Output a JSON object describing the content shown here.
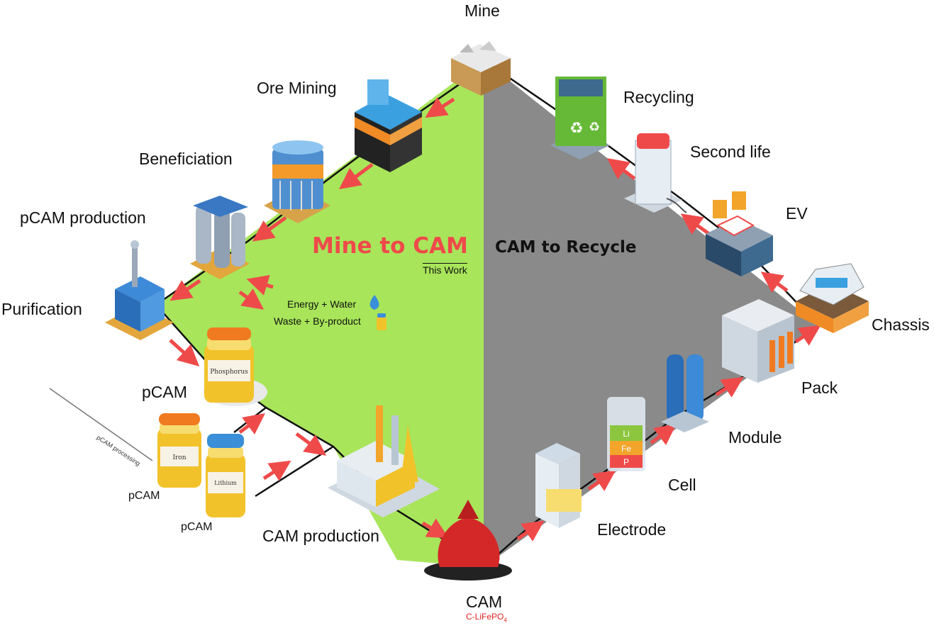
{
  "diagram": {
    "left_title": "Mine to CAM",
    "left_subtitle": "This Work",
    "right_title": "CAM to Recycle",
    "colors": {
      "left_fill": "#a8e55a",
      "right_fill": "#8a8a8a",
      "arrow": "#ef4a4a",
      "left_title": "#ef4a4a"
    },
    "stages_left": {
      "mine": "Mine",
      "ore_mining": "Ore Mining",
      "beneficiation": "Beneficiation",
      "pcam_production": "pCAM production",
      "purification": "Purification",
      "pcam": "pCAM",
      "pcam_iron": "pCAM",
      "pcam_lithium": "pCAM",
      "pcam_processing": "pCAM processing",
      "cam_production": "CAM production"
    },
    "inputs": {
      "energy_water": "Energy + Water",
      "waste_byproduct": "Waste + By-product"
    },
    "center": {
      "cam": "CAM",
      "cam_formula": "C-LiFePO",
      "cam_formula_sub": "4"
    },
    "stages_right": {
      "recycling": "Recycling",
      "second_life": "Second life",
      "ev": "EV",
      "chassis": "Chassis",
      "pack": "Pack",
      "module": "Module",
      "cell": "Cell",
      "electrode": "Electrode"
    },
    "jar_labels": {
      "phosphorus": "Phosphorus",
      "iron": "Iron",
      "lithium": "Lithium"
    },
    "cell_letters": {
      "li": "Li",
      "fe": "Fe",
      "p": "P"
    },
    "icons": [
      "mine-icon",
      "ore-mining-icon",
      "beneficiation-icon",
      "pcam-production-icon",
      "purification-icon",
      "phosphorus-jar-icon",
      "iron-jar-icon",
      "lithium-jar-icon",
      "cam-production-icon",
      "cam-bag-icon",
      "electrode-machine-icon",
      "cell-icon",
      "module-icon",
      "pack-icon",
      "chassis-icon",
      "ev-charger-icon",
      "second-life-icon",
      "recycling-icon",
      "water-drop-icon",
      "waste-jar-icon"
    ]
  }
}
